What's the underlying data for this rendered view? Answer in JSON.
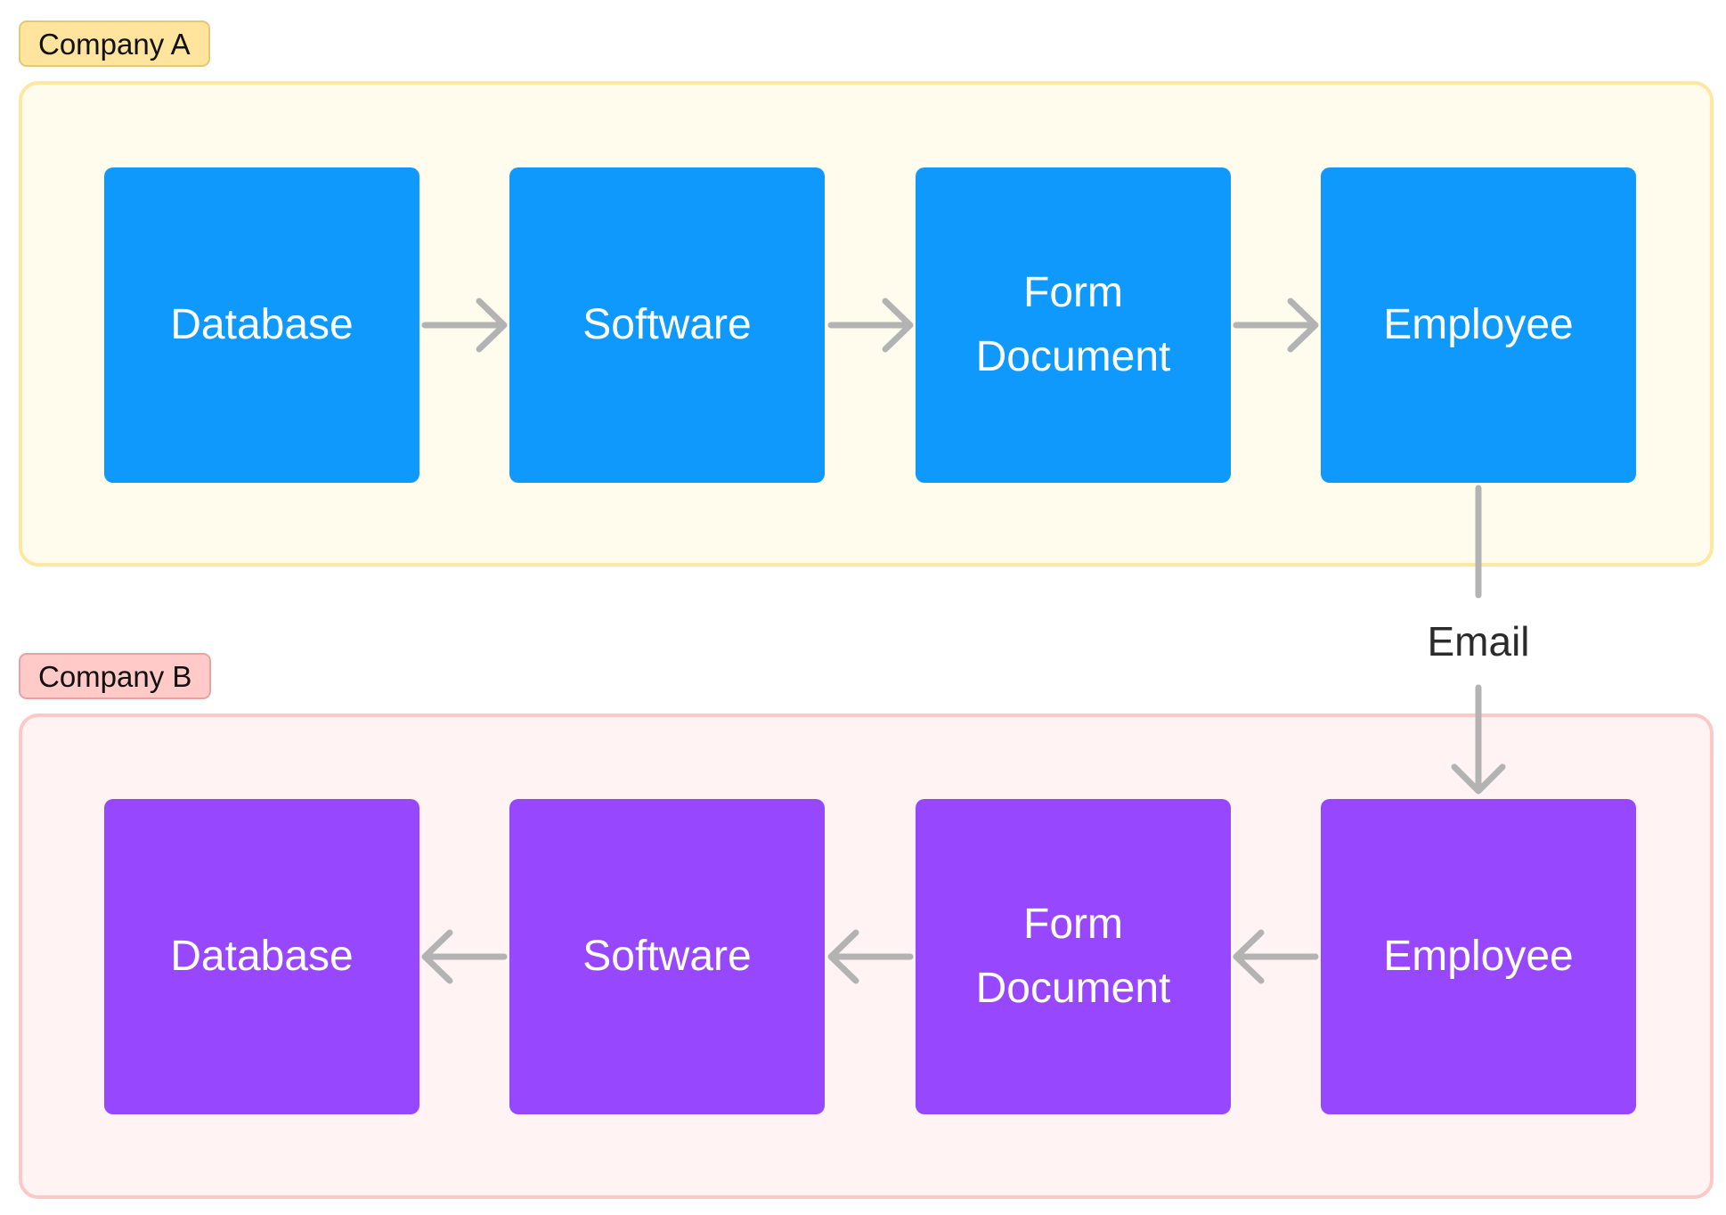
{
  "groups": {
    "company_a": {
      "label": "Company A",
      "nodes": [
        "Database",
        "Software",
        "Form Document",
        "Employee"
      ],
      "node_color": "#0f99fd",
      "box_color": "#fffcee",
      "flow_direction": "left-to-right"
    },
    "company_b": {
      "label": "Company B",
      "nodes": [
        "Database",
        "Software",
        "Form Document",
        "Employee"
      ],
      "node_color": "#9747fd",
      "box_color": "#fff4f3",
      "flow_direction": "right-to-left"
    }
  },
  "connector": {
    "label": "Email",
    "from": "Company A Employee",
    "to": "Company B Employee"
  },
  "colors": {
    "arrow": "#b3b3b3",
    "tag_a": "#ffe49e",
    "tag_b": "#ffcac8"
  }
}
